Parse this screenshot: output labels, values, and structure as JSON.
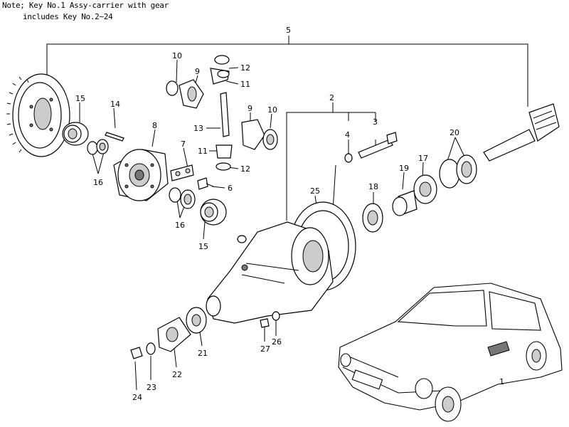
{
  "note": {
    "line1": "Note; Key No.1 Assy-carrier with gear",
    "line2": "includes Key No.2∼24"
  },
  "callouts": [
    "1",
    "2",
    "3",
    "4",
    "5",
    "6",
    "7",
    "8",
    "9",
    "9",
    "10",
    "10",
    "11",
    "11",
    "12",
    "12",
    "13",
    "14",
    "15",
    "15",
    "16",
    "16",
    "17",
    "18",
    "19",
    "20",
    "21",
    "22",
    "23",
    "24",
    "25",
    "26",
    "27"
  ]
}
